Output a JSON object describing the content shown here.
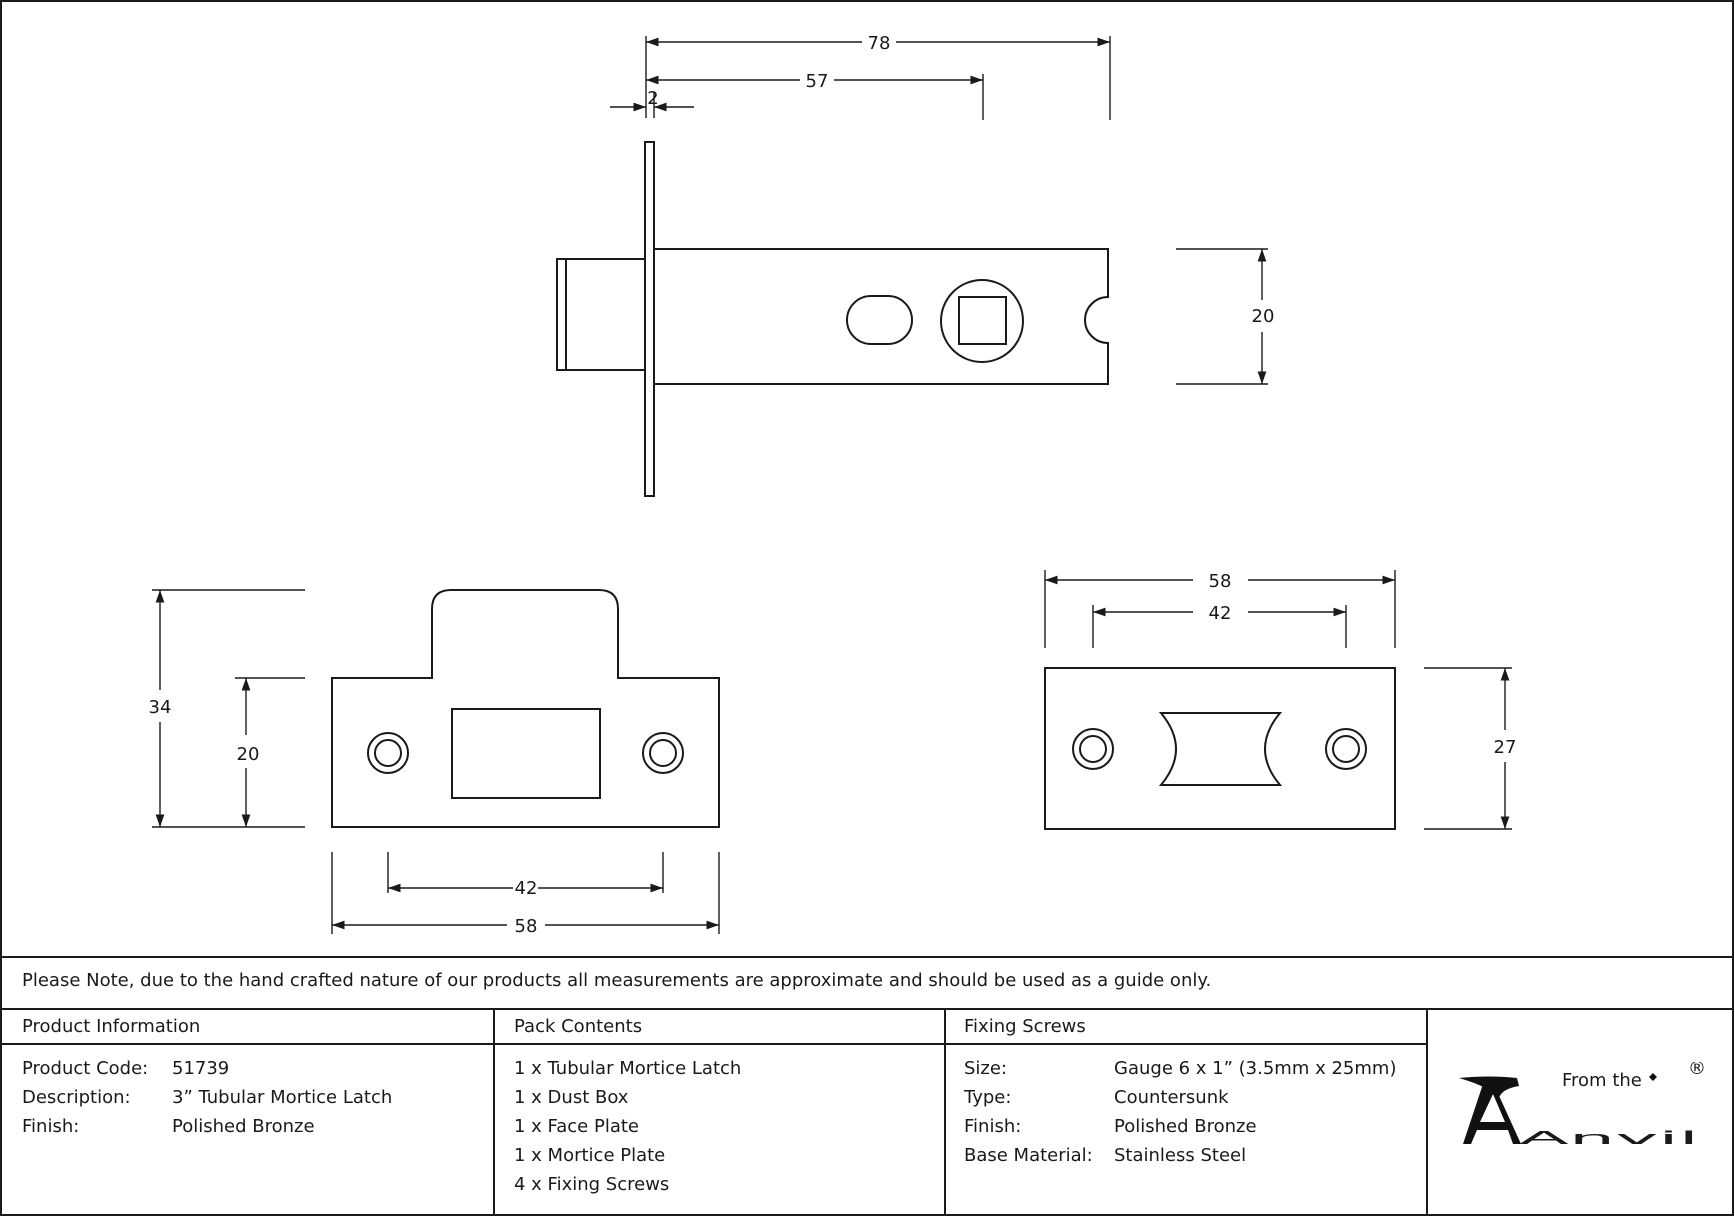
{
  "drawing": {
    "latch_dims": {
      "overall": "78",
      "backset": "57",
      "faceplate": "2",
      "height": "20"
    },
    "strike_dims": {
      "height_overall": "34",
      "height_face": "20",
      "hole_centres": "42",
      "width": "58"
    },
    "mortice_dims": {
      "width": "58",
      "hole_centres": "42",
      "height": "27"
    }
  },
  "note": "Please Note, due to the hand crafted nature of our products all measurements are approximate and should be used as a guide only.",
  "product_info": {
    "heading": "Product Information",
    "rows": [
      {
        "label": "Product Code:",
        "value": "51739"
      },
      {
        "label": "Description:",
        "value": "3” Tubular Mortice Latch"
      },
      {
        "label": "Finish:",
        "value": "Polished Bronze"
      }
    ]
  },
  "pack_contents": {
    "heading": "Pack Contents",
    "items": [
      "1 x Tubular Mortice Latch",
      "1 x Dust Box",
      "1 x Face Plate",
      "1 x Mortice Plate",
      "4 x Fixing Screws"
    ]
  },
  "fixing_screws": {
    "heading": "Fixing Screws",
    "rows": [
      {
        "label": "Size:",
        "value": "Gauge 6 x 1” (3.5mm x 25mm)"
      },
      {
        "label": "Type:",
        "value": "Countersunk"
      },
      {
        "label": "Finish:",
        "value": "Polished Bronze"
      },
      {
        "label": "Base Material:",
        "value": "Stainless Steel"
      }
    ]
  },
  "logo": {
    "line1": "From the",
    "line2": "Anvil",
    "mark": "®"
  }
}
